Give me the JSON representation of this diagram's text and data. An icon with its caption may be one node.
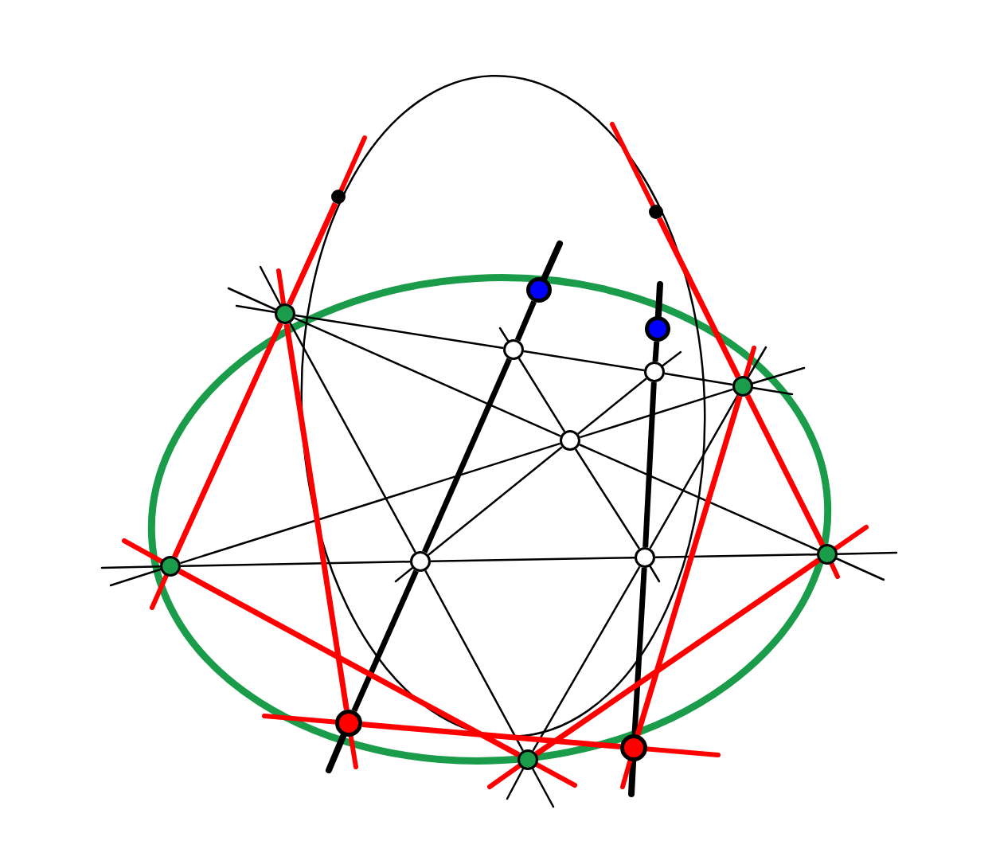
{
  "diagram": {
    "nodes": [
      {
        "text": [],
        "shape": "circle"
      },
      {
        "text": [],
        "shape": "circle"
      },
      {
        "text": [],
        "shape": "circle"
      },
      {
        "text": [],
        "shape": "circle"
      },
      {
        "text": [],
        "shape": "circle"
      },
      {
        "text": [],
        "shape": "circle"
      },
      {
        "text": [],
        "shape": "circle"
      },
      {
        "text": [],
        "shape": "circle"
      },
      {
        "text": [],
        "shape": "circle"
      },
      {
        "text": [],
        "shape": "circle"
      },
      {
        "text": [],
        "shape": "circle"
      },
      {
        "text": [],
        "shape": "circle"
      },
      {
        "text": [],
        "shape": "circle"
      },
      {
        "text": [],
        "shape": "circle"
      },
      {
        "text": [],
        "shape": "circle"
      },
      {
        "text": [],
        "shape": "circle"
      }
    ],
    "edges": [
      {
        "from": 3,
        "to": 5,
        "arrow": "none"
      },
      {
        "from": 5,
        "to": 6,
        "arrow": "none"
      },
      {
        "from": 6,
        "to": 7,
        "arrow": "none"
      },
      {
        "from": 3,
        "to": 8,
        "arrow": "none"
      },
      {
        "from": 8,
        "to": 9,
        "arrow": "none"
      },
      {
        "from": 3,
        "to": 11,
        "arrow": "none"
      },
      {
        "from": 11,
        "to": 15,
        "arrow": "none"
      },
      {
        "from": 12,
        "to": 8,
        "arrow": "none"
      },
      {
        "from": 8,
        "to": 7,
        "arrow": "none"
      },
      {
        "from": 12,
        "to": 11,
        "arrow": "none"
      },
      {
        "from": 11,
        "to": 10,
        "arrow": "none"
      },
      {
        "from": 10,
        "to": 9,
        "arrow": "none"
      },
      {
        "from": 5,
        "to": 8,
        "arrow": "none"
      },
      {
        "from": 8,
        "to": 10,
        "arrow": "none"
      },
      {
        "from": 11,
        "to": 8,
        "arrow": "none"
      },
      {
        "from": 8,
        "to": 6,
        "arrow": "none"
      },
      {
        "from": 7,
        "to": 10,
        "arrow": "none"
      },
      {
        "from": 10,
        "to": 15,
        "arrow": "none"
      },
      {
        "from": 2,
        "to": 5,
        "arrow": "none",
        "style": "thick"
      },
      {
        "from": 5,
        "to": 11,
        "arrow": "none",
        "style": "thick"
      },
      {
        "from": 11,
        "to": 13,
        "arrow": "none",
        "style": "thick"
      },
      {
        "from": 4,
        "to": 6,
        "arrow": "none",
        "style": "thick"
      },
      {
        "from": 6,
        "to": 10,
        "arrow": "none",
        "style": "thick"
      },
      {
        "from": 10,
        "to": 14,
        "arrow": "none",
        "style": "thick"
      },
      {
        "from": 0,
        "to": 3,
        "arrow": "none",
        "style": "thick",
        "color": "#ff0000"
      },
      {
        "from": 3,
        "to": 12,
        "arrow": "none",
        "style": "thick",
        "color": "#ff0000"
      },
      {
        "from": 1,
        "to": 7,
        "arrow": "none",
        "style": "thick",
        "color": "#ff0000"
      },
      {
        "from": 7,
        "to": 9,
        "arrow": "none",
        "style": "thick",
        "color": "#ff0000"
      },
      {
        "from": 3,
        "to": 13,
        "arrow": "none",
        "style": "thick",
        "color": "#ff0000"
      },
      {
        "from": 7,
        "to": 14,
        "arrow": "none",
        "style": "thick",
        "color": "#ff0000"
      },
      {
        "from": 12,
        "to": 15,
        "arrow": "none",
        "style": "thick",
        "color": "#ff0000"
      },
      {
        "from": 9,
        "to": 15,
        "arrow": "none",
        "style": "thick",
        "color": "#ff0000"
      },
      {
        "from": 13,
        "to": 14,
        "arrow": "none",
        "style": "thick",
        "color": "#ff0000"
      }
    ]
  }
}
